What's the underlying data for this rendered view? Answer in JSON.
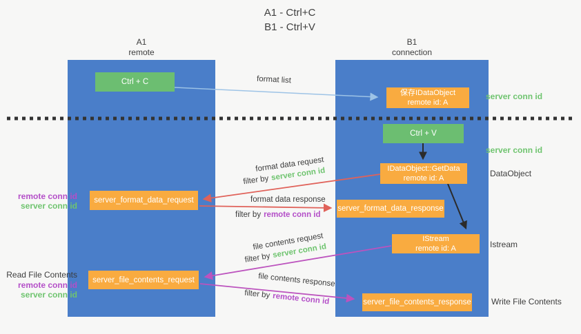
{
  "title": {
    "line1": "A1 - Ctrl+C",
    "line2": "B1 - Ctrl+V"
  },
  "lifelines": {
    "a1": {
      "name": "A1",
      "role": "remote"
    },
    "b1": {
      "name": "B1",
      "role": "connection"
    }
  },
  "boxes": {
    "ctrl_c": {
      "label": "Ctrl + C"
    },
    "ctrl_v": {
      "label": "Ctrl + V"
    },
    "save_idataobject": {
      "line1": "保存IDataObject",
      "line2": "remote id: A"
    },
    "getdata": {
      "line1": "IDataObject::GetData",
      "line2": "remote id: A"
    },
    "istream": {
      "line1": "IStream",
      "line2": "remote id: A"
    },
    "format_request": {
      "label": "server_format_data_request"
    },
    "format_response": {
      "label": "server_format_data_response"
    },
    "file_request": {
      "label": "server_file_contents_request"
    },
    "file_response": {
      "label": "server_file_contents_response"
    }
  },
  "arrow_labels": {
    "format_list": "format list",
    "format_data_request": "format data request",
    "format_data_response": "format data response",
    "file_contents_request": "file contents request",
    "file_contents_response": "file contents response",
    "filter_by": "filter by"
  },
  "side_labels": {
    "server_conn_id": "server conn id",
    "remote_conn_id": "remote conn id",
    "read_file_contents": "Read File Contents",
    "write_file_contents": "Write File Contents",
    "dataobject": "DataObject",
    "istream": "Istream"
  },
  "colors": {
    "lifeline_blue": "#4a7ec9",
    "box_green": "#6cbe71",
    "box_orange": "#f9ab40",
    "arrow_blue": "#9dc3e6",
    "arrow_red": "#e0625a",
    "arrow_magenta": "#bc53be",
    "arrow_black": "#2b2b2b",
    "text_green": "#6fc46f",
    "text_magenta": "#b44fc8",
    "text_dark": "#3c3c3c",
    "background": "#f7f7f6"
  }
}
